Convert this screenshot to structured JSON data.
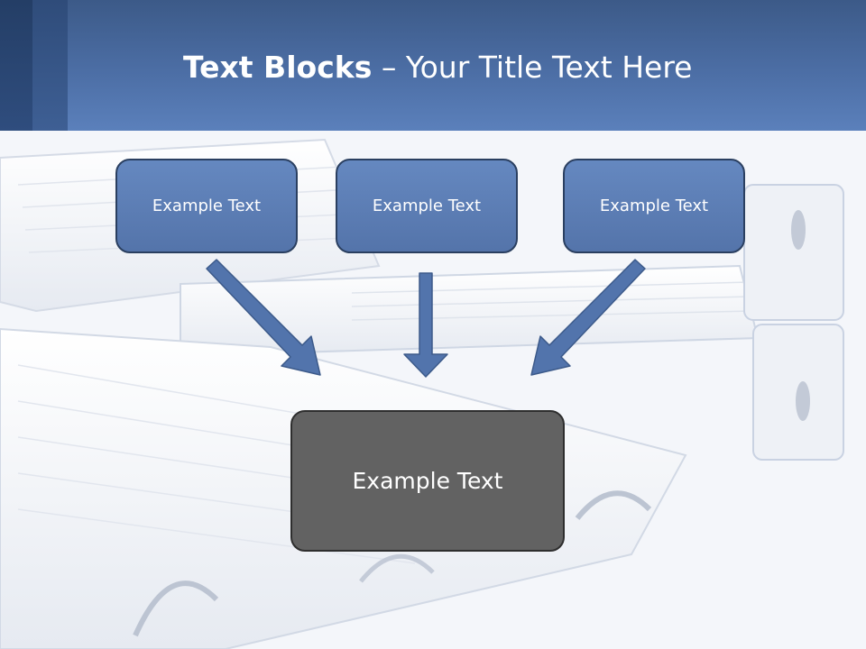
{
  "title": {
    "bold": "Text Blocks",
    "rest": " – Your Title Text Here"
  },
  "blocks": [
    {
      "label": "Example Text"
    },
    {
      "label": "Example Text"
    },
    {
      "label": "Example Text"
    }
  ],
  "center_block": {
    "label": "Example Text"
  },
  "colors": {
    "header": "#4c6ea5",
    "block_fill": "#5b7db6",
    "center_fill": "#626262",
    "arrow_fill": "#5274ac"
  }
}
